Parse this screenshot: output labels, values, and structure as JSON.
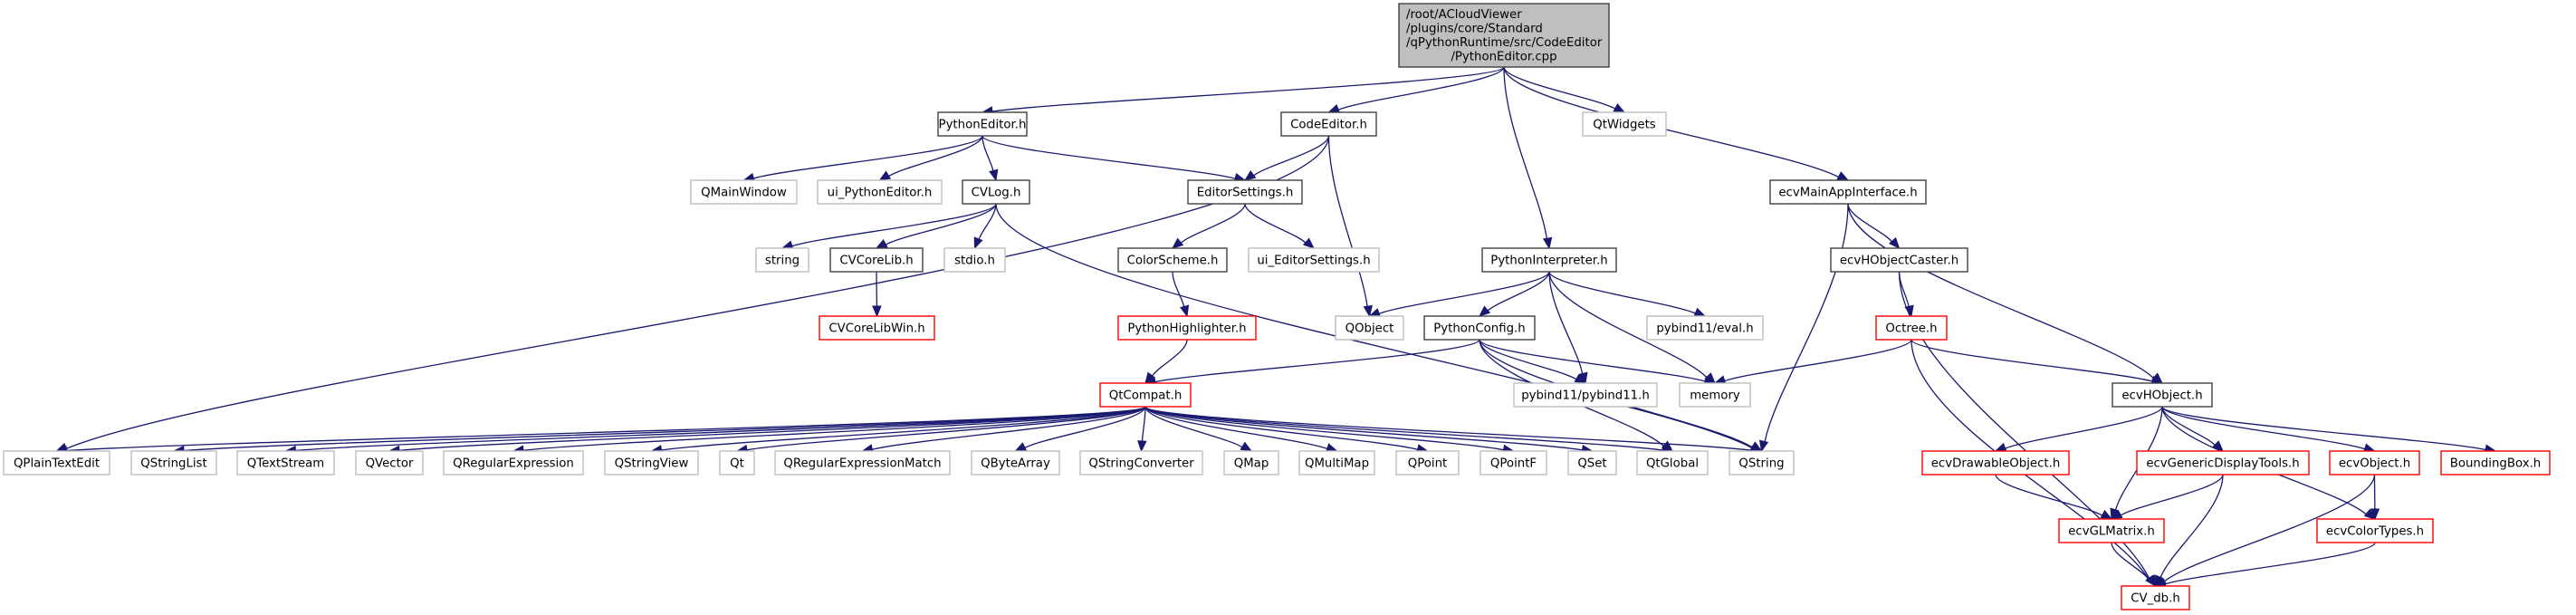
{
  "diagram": {
    "title": "Include dependency graph for PythonEditor.cpp",
    "colors": {
      "edge": "#191970",
      "root_fill": "#bfbfbf",
      "root_border": "#404040",
      "documented_border": "#404040",
      "undocumented_border": "#bfbfbf",
      "truncated_border": "#ff0000"
    },
    "nodes": [
      {
        "id": "root",
        "label": [
          "/root/ACloudViewer",
          "/plugins/core/Standard",
          "/qPythonRuntime/src/CodeEditor",
          "/PythonEditor.cpp"
        ],
        "kind": "root"
      },
      {
        "id": "PythonEditor_h",
        "label": [
          "PythonEditor.h"
        ],
        "kind": "documented"
      },
      {
        "id": "CodeEditor_h",
        "label": [
          "CodeEditor.h"
        ],
        "kind": "documented"
      },
      {
        "id": "QtWidgets",
        "label": [
          "QtWidgets"
        ],
        "kind": "external"
      },
      {
        "id": "ecvMainAppInterface_h",
        "label": [
          "ecvMainAppInterface.h"
        ],
        "kind": "documented"
      },
      {
        "id": "QMainWindow",
        "label": [
          "QMainWindow"
        ],
        "kind": "external"
      },
      {
        "id": "ui_PythonEditor_h",
        "label": [
          "ui_PythonEditor.h"
        ],
        "kind": "external"
      },
      {
        "id": "CVLog_h",
        "label": [
          "CVLog.h"
        ],
        "kind": "documented"
      },
      {
        "id": "EditorSettings_h",
        "label": [
          "EditorSettings.h"
        ],
        "kind": "documented"
      },
      {
        "id": "string",
        "label": [
          "string"
        ],
        "kind": "external"
      },
      {
        "id": "CVCoreLib_h",
        "label": [
          "CVCoreLib.h"
        ],
        "kind": "documented"
      },
      {
        "id": "stdio_h",
        "label": [
          "stdio.h"
        ],
        "kind": "external"
      },
      {
        "id": "ColorScheme_h",
        "label": [
          "ColorScheme.h"
        ],
        "kind": "documented"
      },
      {
        "id": "ui_EditorSettings_h",
        "label": [
          "ui_EditorSettings.h"
        ],
        "kind": "external"
      },
      {
        "id": "PythonInterpreter_h",
        "label": [
          "PythonInterpreter.h"
        ],
        "kind": "documented"
      },
      {
        "id": "ecvHObjectCaster_h",
        "label": [
          "ecvHObjectCaster.h"
        ],
        "kind": "documented"
      },
      {
        "id": "CVCoreLibWin_h",
        "label": [
          "CVCoreLibWin.h"
        ],
        "kind": "truncated"
      },
      {
        "id": "PythonHighlighter_h",
        "label": [
          "PythonHighlighter.h"
        ],
        "kind": "truncated"
      },
      {
        "id": "QObject",
        "label": [
          "QObject"
        ],
        "kind": "external"
      },
      {
        "id": "PythonConfig_h",
        "label": [
          "PythonConfig.h"
        ],
        "kind": "documented"
      },
      {
        "id": "pybind11_eval_h",
        "label": [
          "pybind11/eval.h"
        ],
        "kind": "external"
      },
      {
        "id": "Octree_h",
        "label": [
          "Octree.h"
        ],
        "kind": "truncated"
      },
      {
        "id": "QtCompat_h",
        "label": [
          "QtCompat.h"
        ],
        "kind": "truncated"
      },
      {
        "id": "pybind11_pybind11_h",
        "label": [
          "pybind11/pybind11.h"
        ],
        "kind": "external"
      },
      {
        "id": "memory",
        "label": [
          "memory"
        ],
        "kind": "external"
      },
      {
        "id": "ecvHObject_h",
        "label": [
          "ecvHObject.h"
        ],
        "kind": "documented"
      },
      {
        "id": "QPlainTextEdit",
        "label": [
          "QPlainTextEdit"
        ],
        "kind": "external"
      },
      {
        "id": "QStringList",
        "label": [
          "QStringList"
        ],
        "kind": "external"
      },
      {
        "id": "QTextStream",
        "label": [
          "QTextStream"
        ],
        "kind": "external"
      },
      {
        "id": "QVector",
        "label": [
          "QVector"
        ],
        "kind": "external"
      },
      {
        "id": "QRegularExpression",
        "label": [
          "QRegularExpression"
        ],
        "kind": "external"
      },
      {
        "id": "QStringView",
        "label": [
          "QStringView"
        ],
        "kind": "external"
      },
      {
        "id": "Qt",
        "label": [
          "Qt"
        ],
        "kind": "external"
      },
      {
        "id": "QRegularExpressionMatch",
        "label": [
          "QRegularExpressionMatch"
        ],
        "kind": "external"
      },
      {
        "id": "QByteArray",
        "label": [
          "QByteArray"
        ],
        "kind": "external"
      },
      {
        "id": "QStringConverter",
        "label": [
          "QStringConverter"
        ],
        "kind": "external"
      },
      {
        "id": "QMap",
        "label": [
          "QMap"
        ],
        "kind": "external"
      },
      {
        "id": "QMultiMap",
        "label": [
          "QMultiMap"
        ],
        "kind": "external"
      },
      {
        "id": "QPoint",
        "label": [
          "QPoint"
        ],
        "kind": "external"
      },
      {
        "id": "QPointF",
        "label": [
          "QPointF"
        ],
        "kind": "external"
      },
      {
        "id": "QSet",
        "label": [
          "QSet"
        ],
        "kind": "external"
      },
      {
        "id": "QtGlobal",
        "label": [
          "QtGlobal"
        ],
        "kind": "external"
      },
      {
        "id": "QString",
        "label": [
          "QString"
        ],
        "kind": "external"
      },
      {
        "id": "ecvDrawableObject_h",
        "label": [
          "ecvDrawableObject.h"
        ],
        "kind": "truncated"
      },
      {
        "id": "ecvGenericDisplayTools_h",
        "label": [
          "ecvGenericDisplayTools.h"
        ],
        "kind": "truncated"
      },
      {
        "id": "ecvObject_h",
        "label": [
          "ecvObject.h"
        ],
        "kind": "truncated"
      },
      {
        "id": "BoundingBox_h",
        "label": [
          "BoundingBox.h"
        ],
        "kind": "truncated"
      },
      {
        "id": "ecvGLMatrix_h",
        "label": [
          "ecvGLMatrix.h"
        ],
        "kind": "truncated"
      },
      {
        "id": "ecvColorTypes_h",
        "label": [
          "ecvColorTypes.h"
        ],
        "kind": "truncated"
      },
      {
        "id": "CV_db_h",
        "label": [
          "CV_db.h"
        ],
        "kind": "truncated"
      }
    ],
    "edges": [
      [
        "root",
        "PythonEditor_h"
      ],
      [
        "root",
        "CodeEditor_h"
      ],
      [
        "root",
        "QtWidgets"
      ],
      [
        "root",
        "ecvMainAppInterface_h"
      ],
      [
        "root",
        "PythonInterpreter_h"
      ],
      [
        "PythonEditor_h",
        "QMainWindow"
      ],
      [
        "PythonEditor_h",
        "ui_PythonEditor_h"
      ],
      [
        "PythonEditor_h",
        "CVLog_h"
      ],
      [
        "PythonEditor_h",
        "EditorSettings_h"
      ],
      [
        "CodeEditor_h",
        "EditorSettings_h"
      ],
      [
        "CodeEditor_h",
        "QObject"
      ],
      [
        "CodeEditor_h",
        "QPlainTextEdit"
      ],
      [
        "CVLog_h",
        "string"
      ],
      [
        "CVLog_h",
        "CVCoreLib_h"
      ],
      [
        "CVLog_h",
        "stdio_h"
      ],
      [
        "CVLog_h",
        "QString"
      ],
      [
        "CVCoreLib_h",
        "CVCoreLibWin_h"
      ],
      [
        "EditorSettings_h",
        "ColorScheme_h"
      ],
      [
        "EditorSettings_h",
        "ui_EditorSettings_h"
      ],
      [
        "ColorScheme_h",
        "PythonHighlighter_h"
      ],
      [
        "PythonHighlighter_h",
        "QtCompat_h"
      ],
      [
        "PythonInterpreter_h",
        "QObject"
      ],
      [
        "PythonInterpreter_h",
        "PythonConfig_h"
      ],
      [
        "PythonInterpreter_h",
        "pybind11_pybind11_h"
      ],
      [
        "PythonInterpreter_h",
        "memory"
      ],
      [
        "PythonInterpreter_h",
        "pybind11_eval_h"
      ],
      [
        "PythonConfig_h",
        "QtCompat_h"
      ],
      [
        "PythonConfig_h",
        "pybind11_pybind11_h"
      ],
      [
        "PythonConfig_h",
        "memory"
      ],
      [
        "PythonConfig_h",
        "QtGlobal"
      ],
      [
        "PythonConfig_h",
        "QString"
      ],
      [
        "ecvMainAppInterface_h",
        "ecvHObjectCaster_h"
      ],
      [
        "ecvMainAppInterface_h",
        "ecvHObject_h"
      ],
      [
        "ecvMainAppInterface_h",
        "QString"
      ],
      [
        "ecvHObjectCaster_h",
        "Octree_h"
      ],
      [
        "ecvHObjectCaster_h",
        "CV_db_h"
      ],
      [
        "Octree_h",
        "memory"
      ],
      [
        "Octree_h",
        "ecvHObject_h"
      ],
      [
        "Octree_h",
        "CV_db_h"
      ],
      [
        "QtCompat_h",
        "QPlainTextEdit"
      ],
      [
        "QtCompat_h",
        "QStringList"
      ],
      [
        "QtCompat_h",
        "QTextStream"
      ],
      [
        "QtCompat_h",
        "QVector"
      ],
      [
        "QtCompat_h",
        "QRegularExpression"
      ],
      [
        "QtCompat_h",
        "QStringView"
      ],
      [
        "QtCompat_h",
        "Qt"
      ],
      [
        "QtCompat_h",
        "QRegularExpressionMatch"
      ],
      [
        "QtCompat_h",
        "QByteArray"
      ],
      [
        "QtCompat_h",
        "QStringConverter"
      ],
      [
        "QtCompat_h",
        "QMap"
      ],
      [
        "QtCompat_h",
        "QMultiMap"
      ],
      [
        "QtCompat_h",
        "QPoint"
      ],
      [
        "QtCompat_h",
        "QPointF"
      ],
      [
        "QtCompat_h",
        "QSet"
      ],
      [
        "QtCompat_h",
        "QtGlobal"
      ],
      [
        "QtCompat_h",
        "QString"
      ],
      [
        "ecvHObject_h",
        "ecvDrawableObject_h"
      ],
      [
        "ecvHObject_h",
        "ecvGLMatrix_h"
      ],
      [
        "ecvHObject_h",
        "ecvGenericDisplayTools_h"
      ],
      [
        "ecvHObject_h",
        "ecvObject_h"
      ],
      [
        "ecvHObject_h",
        "BoundingBox_h"
      ],
      [
        "ecvHObject_h",
        "ecvColorTypes_h"
      ],
      [
        "ecvDrawableObject_h",
        "ecvGLMatrix_h"
      ],
      [
        "ecvGenericDisplayTools_h",
        "ecvGLMatrix_h"
      ],
      [
        "ecvGenericDisplayTools_h",
        "CV_db_h"
      ],
      [
        "ecvObject_h",
        "ecvColorTypes_h"
      ],
      [
        "ecvObject_h",
        "CV_db_h"
      ],
      [
        "ecvGLMatrix_h",
        "CV_db_h"
      ],
      [
        "ecvColorTypes_h",
        "CV_db_h"
      ]
    ]
  }
}
